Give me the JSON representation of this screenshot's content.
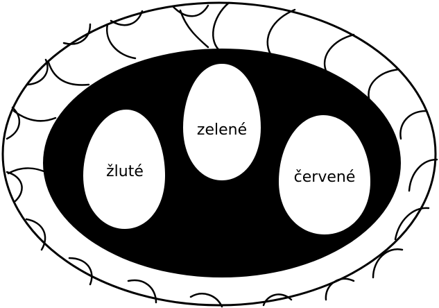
{
  "diagram": {
    "eggs": [
      {
        "label": "žluté"
      },
      {
        "label": "zelené"
      },
      {
        "label": "červené"
      }
    ]
  },
  "colors": {
    "ink": "#000000",
    "paper": "#ffffff"
  }
}
